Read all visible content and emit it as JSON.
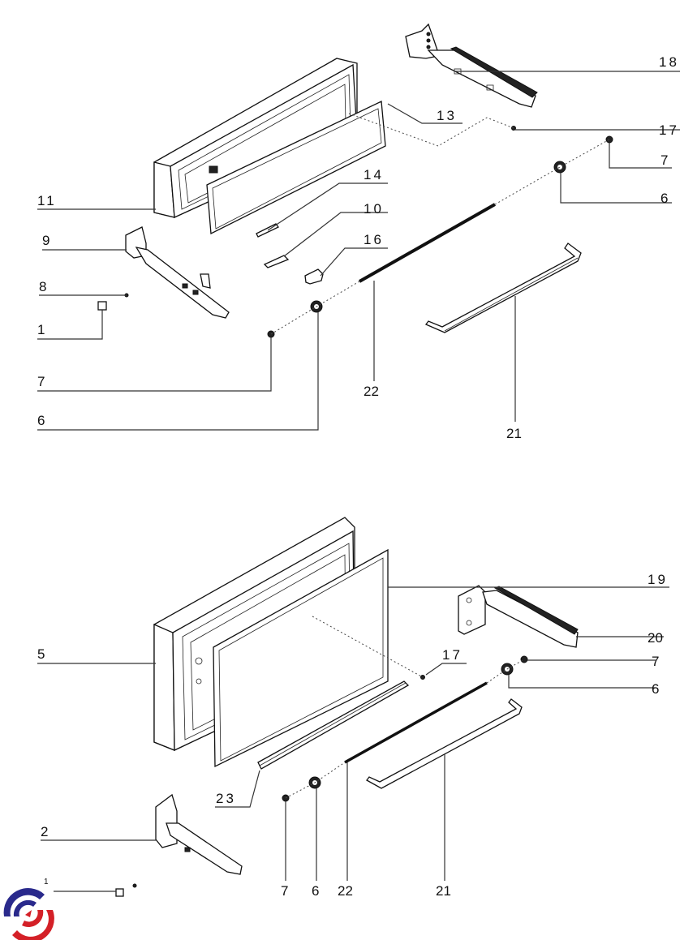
{
  "diagram": {
    "title": "Refrigerator drawer door assembly - exploded parts diagram",
    "upper_assembly": {
      "callouts": [
        {
          "id": "c18",
          "label": "18"
        },
        {
          "id": "c13",
          "label": "13"
        },
        {
          "id": "c17",
          "label": "17"
        },
        {
          "id": "c7a",
          "label": "7"
        },
        {
          "id": "c6a",
          "label": "6"
        },
        {
          "id": "c11",
          "label": "11"
        },
        {
          "id": "c14",
          "label": "14"
        },
        {
          "id": "c10",
          "label": "10"
        },
        {
          "id": "c9",
          "label": "9"
        },
        {
          "id": "c16",
          "label": "16"
        },
        {
          "id": "c8",
          "label": "8"
        },
        {
          "id": "c1",
          "label": "1"
        },
        {
          "id": "c7b",
          "label": "7"
        },
        {
          "id": "c22",
          "label": "22"
        },
        {
          "id": "c6b",
          "label": "6"
        },
        {
          "id": "c21",
          "label": "21"
        }
      ]
    },
    "lower_assembly": {
      "callouts": [
        {
          "id": "c19",
          "label": "19"
        },
        {
          "id": "c20",
          "label": "20"
        },
        {
          "id": "c5",
          "label": "5"
        },
        {
          "id": "c17",
          "label": "17"
        },
        {
          "id": "c7a",
          "label": "7"
        },
        {
          "id": "c6a",
          "label": "6"
        },
        {
          "id": "c23",
          "label": "23"
        },
        {
          "id": "c2",
          "label": "2"
        },
        {
          "id": "c1",
          "label": "1"
        },
        {
          "id": "c7b",
          "label": "7"
        },
        {
          "id": "c6b",
          "label": "6"
        },
        {
          "id": "c22",
          "label": "22"
        },
        {
          "id": "c21",
          "label": "21"
        }
      ]
    },
    "logo": {
      "name": "brand-logo",
      "colors": [
        "#2a2a8c",
        "#d42027"
      ]
    }
  }
}
